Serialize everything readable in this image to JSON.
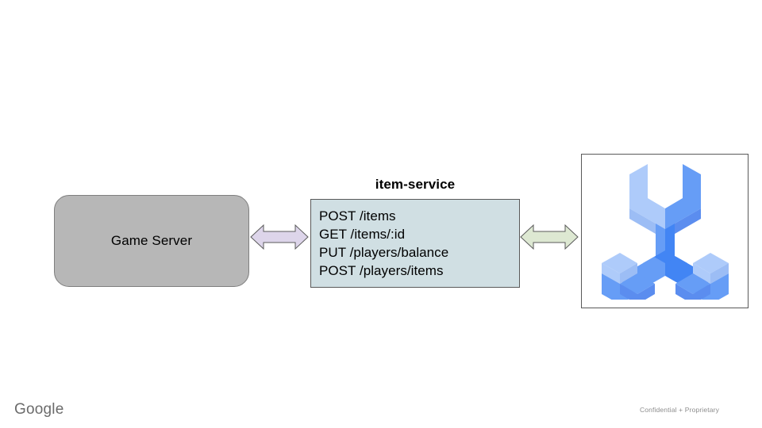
{
  "slide": {
    "background_color": "#ffffff",
    "title_hidden": ""
  },
  "nodes": {
    "game_server": {
      "label": "Game Server",
      "fill_color": "#b7b7b7",
      "border_color": "#7f7f7f"
    },
    "item_service": {
      "title": "item-service",
      "fill_color": "#d0dfe3",
      "border_color": "#595959",
      "endpoints": [
        "POST /items",
        "GET /items/:id",
        "PUT /players/balance",
        "POST /players/items"
      ]
    },
    "logo_panel": {
      "icon_name": "three-pronged-wrench-isometric-icon",
      "border_color": "#595959",
      "colors": {
        "light": "#aecbfa",
        "medium": "#669df6",
        "dark": "#4285f4",
        "deep": "#3b78e7",
        "shadow": "#5b8def"
      }
    }
  },
  "connectors": [
    {
      "name": "game-server-to-item-service",
      "style": "double-headed-arrow",
      "fill_color": "#ddd5ea",
      "border_color": "#595959"
    },
    {
      "name": "item-service-to-tools",
      "style": "double-headed-arrow",
      "fill_color": "#dde8d2",
      "border_color": "#595959"
    }
  ],
  "footer": {
    "brand": "Google",
    "brand_color": "#6b6b6b",
    "note": "Confidential + Proprietary",
    "note_color": "#8d8d8d"
  }
}
